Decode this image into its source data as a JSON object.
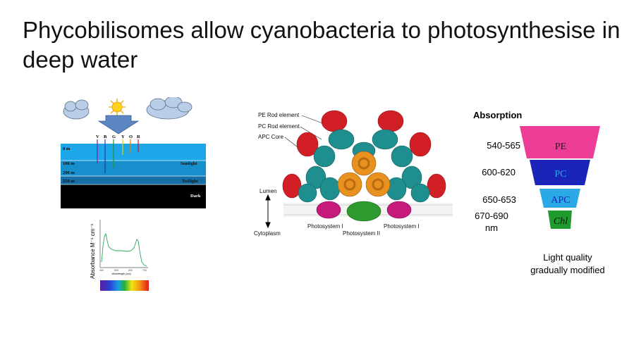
{
  "slide": {
    "title": "Phycobilisomes allow cyanobacteria to photosynthesise in deep water"
  },
  "ocean_figure": {
    "colors": [
      "V",
      "B",
      "G",
      "Y",
      "O",
      "R"
    ],
    "depths": [
      "0 m",
      "100 m",
      "200 m",
      "250 m"
    ],
    "zones": [
      "Sunlight",
      "Twilight",
      "Dark"
    ]
  },
  "spectrum_figure": {
    "ylabel": "Absorbance M⁻¹ cm⁻¹",
    "xlabel": "Wavelength (nm)",
    "ticks": [
      "400",
      "500",
      "600",
      "700"
    ]
  },
  "phycobilisome_figure": {
    "labels": {
      "pe_rod": "PE Rod element",
      "pc_rod": "PC Rod element",
      "apc_core": "APC Core",
      "lumen": "Lumen",
      "cytoplasm": "Cytoplasm",
      "ps1_left": "Photosystem I",
      "ps1_right": "Photosystem I",
      "ps2": "Photosystem II"
    }
  },
  "absorption": {
    "title": "Absorption",
    "levels": [
      {
        "range": "540-565",
        "pigment": "PE",
        "color": "#ee3d96"
      },
      {
        "range": "600-620",
        "pigment": "PC",
        "color": "#1b24b8"
      },
      {
        "range": "650-653",
        "pigment": "APC",
        "color": "#2aa9e6"
      },
      {
        "range": "670-690 nm",
        "pigment": "Chl",
        "color": "#1f9a2e"
      }
    ],
    "caption": "Light quality gradually modified"
  }
}
